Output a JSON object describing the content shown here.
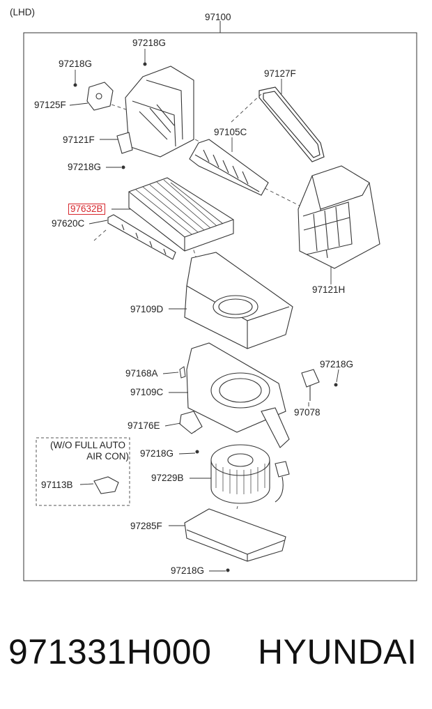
{
  "header": {
    "variant": "(LHD)",
    "assembly_no": "97100"
  },
  "labels": {
    "p97218g_top": "97218G",
    "p97218g_left": "97218G",
    "p97125f": "97125F",
    "p97127f": "97127F",
    "p97105c": "97105C",
    "p97121f": "97121F",
    "p97218g_mid": "97218G",
    "p97632b": "97632B",
    "p97620c": "97620C",
    "p97121h": "97121H",
    "p97109d": "97109D",
    "p97168a": "97168A",
    "p97218g_right": "97218G",
    "p97109c": "97109C",
    "p97078": "97078",
    "p97176e": "97176E",
    "p97218g_motor": "97218G",
    "p97229b": "97229B",
    "p97113b": "97113B",
    "p97285f": "97285F",
    "p97218g_bottom": "97218G"
  },
  "note": {
    "line1": "(W/O FULL AUTO",
    "line2": "AIR CON)"
  },
  "footer": {
    "part_number": "971331H000",
    "brand": "HYUNDAI"
  },
  "colors": {
    "highlight": "#d6262c",
    "line": "#333333"
  }
}
